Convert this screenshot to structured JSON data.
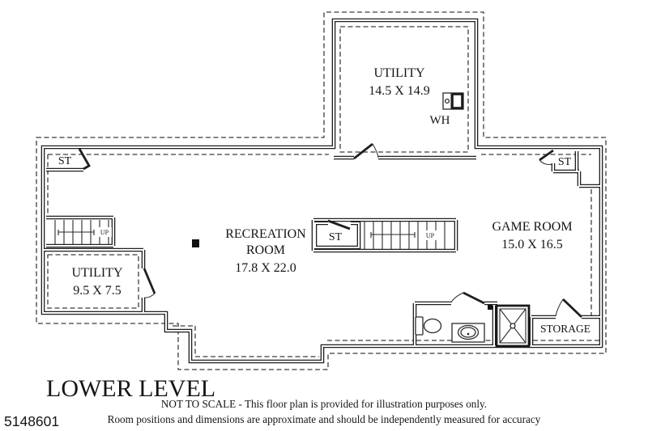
{
  "colors": {
    "ink": "#1f1f1f",
    "background": "#ffffff"
  },
  "plan": {
    "rooms": {
      "utility_upper": {
        "label": "UTILITY",
        "dims": "14.5 X 14.9"
      },
      "recreation": {
        "label_line1": "RECREATION",
        "label_line2": "ROOM",
        "dims": "17.8 X 22.0"
      },
      "game_room": {
        "label": "GAME ROOM",
        "dims": "15.0 X 16.5"
      },
      "utility_lower": {
        "label": "UTILITY",
        "dims": "9.5 X 7.5"
      },
      "storage": {
        "label": "STORAGE"
      }
    },
    "closets": {
      "upper_left": "ST",
      "center": "ST",
      "upper_right": "ST"
    },
    "stairs": {
      "left_label": "UP",
      "center_label": "UP"
    },
    "water_heater_label": "WH"
  },
  "footer": {
    "title": "LOWER LEVEL",
    "disclaimer_line1": "NOT TO SCALE - This floor plan is provided for illustration purposes only.",
    "disclaimer_line2": "Room positions and dimensions are approximate and should be independently measured for accuracy",
    "listing_id": "5148601"
  }
}
